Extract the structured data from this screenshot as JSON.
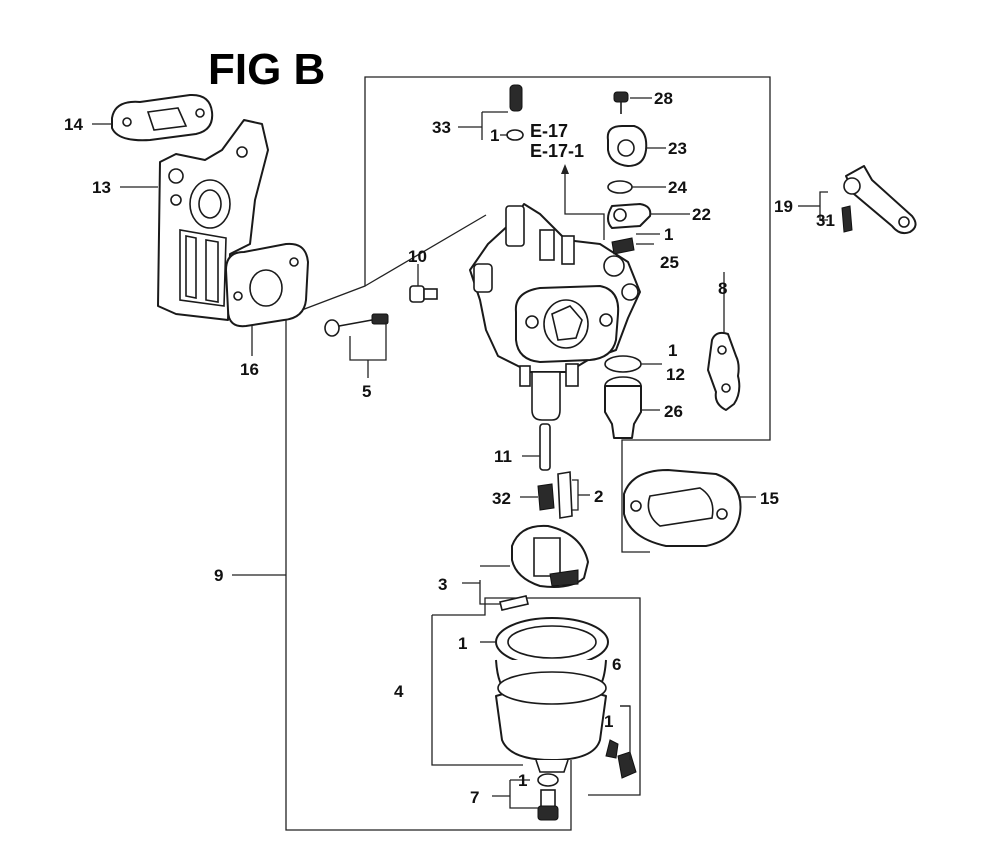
{
  "title": "FIG B",
  "refs": {
    "e17": "E-17",
    "e17_1": "E-17-1"
  },
  "labels": {
    "p14": "14",
    "p13": "13",
    "p16": "16",
    "p10": "10",
    "p5": "5",
    "p9": "9",
    "p33": "33",
    "p1a": "1",
    "p28": "28",
    "p23": "23",
    "p24": "24",
    "p22": "22",
    "p1b": "1",
    "p25": "25",
    "p19": "19",
    "p31": "31",
    "p8": "8",
    "p1c": "1",
    "p12": "12",
    "p26": "26",
    "p11": "11",
    "p32": "32",
    "p2": "2",
    "p15": "15",
    "p3": "3",
    "p1d": "1",
    "p4": "4",
    "p6": "6",
    "p1e": "1",
    "p1f": "1",
    "p7": "7"
  }
}
